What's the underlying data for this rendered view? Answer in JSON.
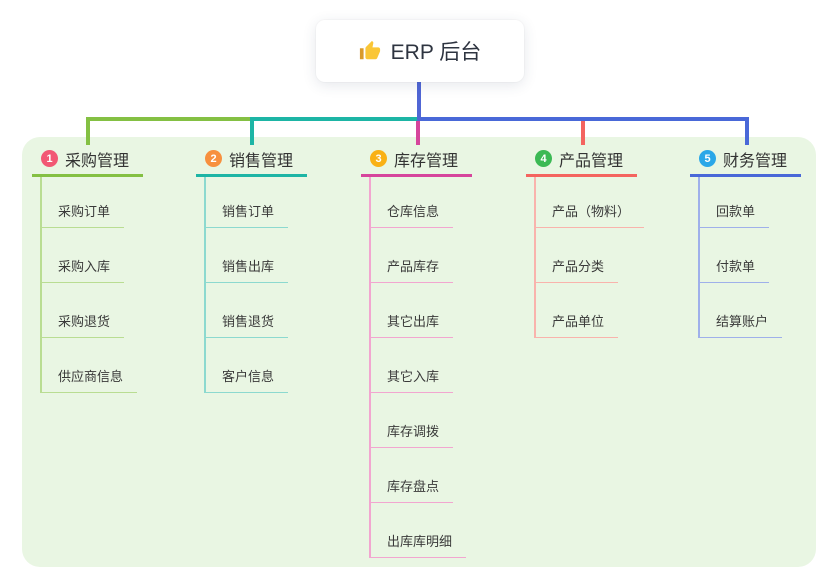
{
  "root": {
    "title": "ERP 后台",
    "icon": "thumbs-up-icon"
  },
  "colors": {
    "canvas_background": "#ffffff",
    "map_background": "#e9f6e3",
    "root_connector": "#5066d5",
    "text": "#333333"
  },
  "branches": [
    {
      "index": "1",
      "label": "采购管理",
      "badge_color": "#f25874",
      "line_color": "#84c043",
      "child_line_color": "#b9dd92",
      "children": [
        "采购订单",
        "采购入库",
        "采购退货",
        "供应商信息"
      ]
    },
    {
      "index": "2",
      "label": "销售管理",
      "badge_color": "#f7903e",
      "line_color": "#1db5a5",
      "child_line_color": "#8cd9cf",
      "children": [
        "销售订单",
        "销售出库",
        "销售退货",
        "客户信息"
      ]
    },
    {
      "index": "3",
      "label": "库存管理",
      "badge_color": "#f9b115",
      "line_color": "#d6459c",
      "child_line_color": "#f2a6d0",
      "children": [
        "仓库信息",
        "产品库存",
        "其它出库",
        "其它入库",
        "库存调拨",
        "库存盘点",
        "出库库明细"
      ]
    },
    {
      "index": "4",
      "label": "产品管理",
      "badge_color": "#3cb954",
      "line_color": "#f4645f",
      "child_line_color": "#f9b3ac",
      "children": [
        "产品（物料）",
        "产品分类",
        "产品单位"
      ]
    },
    {
      "index": "5",
      "label": "财务管理",
      "badge_color": "#2aa7e8",
      "line_color": "#4968d8",
      "child_line_color": "#9fb0ea",
      "children": [
        "回款单",
        "付款单",
        "结算账户"
      ]
    }
  ]
}
